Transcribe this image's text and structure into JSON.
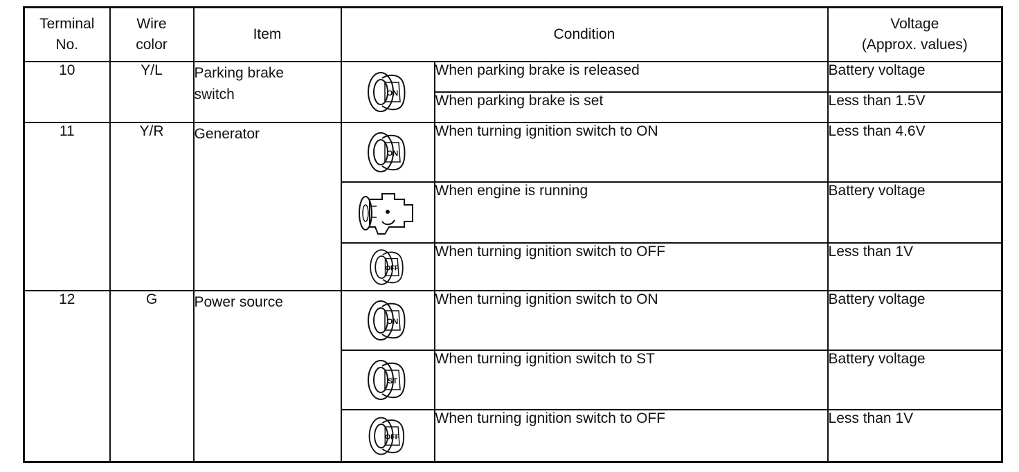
{
  "headers": {
    "terminal": "Terminal No.",
    "terminal_l1": "Terminal",
    "terminal_l2": "No.",
    "wire_l1": "Wire",
    "wire_l2": "color",
    "item": "Item",
    "condition": "Condition",
    "voltage_l1": "Voltage",
    "voltage_l2": "(Approx. values)"
  },
  "rows": [
    {
      "terminal": "10",
      "wire": "Y/L",
      "item": "Parking brake switch",
      "item_l1": "Parking brake",
      "item_l2": "switch",
      "conditions": [
        {
          "icon": "ignition-key-on-icon",
          "key_label": "ON",
          "text": "When parking brake is released",
          "voltage": "Battery voltage"
        },
        {
          "text": "When parking brake is set",
          "voltage": "Less than 1.5V"
        }
      ]
    },
    {
      "terminal": "11",
      "wire": "Y/R",
      "item": "Generator",
      "conditions": [
        {
          "icon": "ignition-key-on-icon",
          "key_label": "ON",
          "text": "When turning ignition switch to ON",
          "voltage": "Less than 4.6V"
        },
        {
          "icon": "engine-running-icon",
          "text": "When engine is running",
          "voltage": "Battery voltage"
        },
        {
          "icon": "ignition-key-off-icon",
          "key_label": "OFF",
          "text": "When turning ignition switch to OFF",
          "voltage": "Less than 1V"
        }
      ]
    },
    {
      "terminal": "12",
      "wire": "G",
      "item": "Power source",
      "conditions": [
        {
          "icon": "ignition-key-on-icon",
          "key_label": "ON",
          "text": "When turning ignition switch to ON",
          "voltage": "Battery voltage"
        },
        {
          "icon": "ignition-key-st-icon",
          "key_label": "ST",
          "text": "When turning ignition switch to ST",
          "voltage": "Battery voltage"
        },
        {
          "icon": "ignition-key-off-icon",
          "key_label": "OFF",
          "text": "When turning ignition switch to OFF",
          "voltage": "Less than 1V"
        }
      ]
    }
  ]
}
